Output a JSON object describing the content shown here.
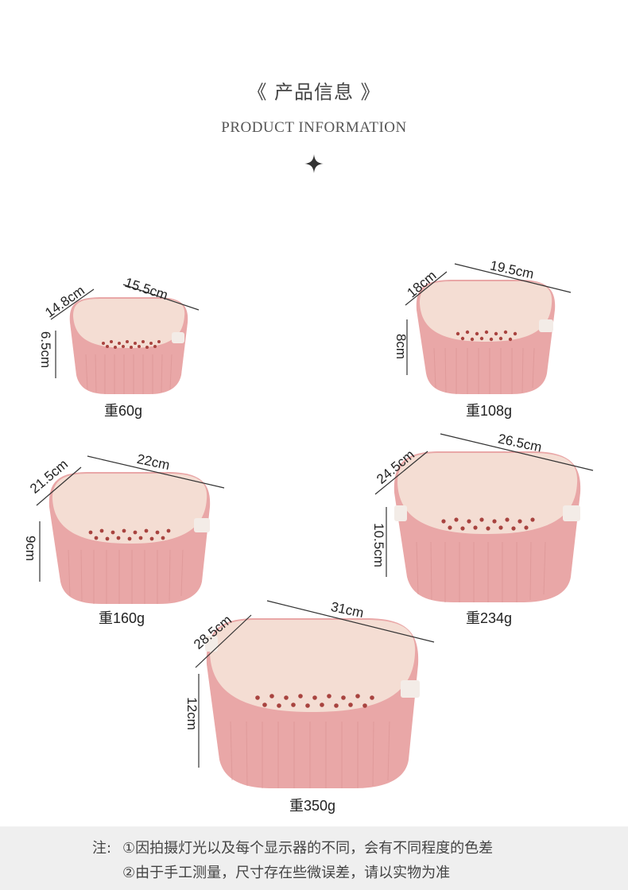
{
  "header": {
    "title_cn": "《 产品信息 》",
    "title_en": "PRODUCT INFORMATION",
    "divider_icon": "four-point-star-icon"
  },
  "products": [
    {
      "depth": "14.8cm",
      "length": "15.5cm",
      "height": "6.5cm",
      "weight": "重60g"
    },
    {
      "depth": "18cm",
      "length": "19.5cm",
      "height": "8cm",
      "weight": "重108g"
    },
    {
      "depth": "21.5cm",
      "length": "22cm",
      "height": "9cm",
      "weight": "重160g"
    },
    {
      "depth": "24.5cm",
      "length": "26.5cm",
      "height": "10.5cm",
      "weight": "重234g"
    },
    {
      "depth": "28.5cm",
      "length": "31cm",
      "height": "12cm",
      "weight": "重350g"
    }
  ],
  "colors": {
    "basket_pink": "#e9a7a7",
    "basket_inner": "#f4ddd3",
    "drain_dots": "#a8433f",
    "note_background": "#efefef"
  },
  "notes": {
    "prefix": "注:",
    "line1": "①因拍摄灯光以及每个显示器的不同，会有不同程度的色差",
    "line2": "②由于手工测量，尺寸存在些微误差，请以实物为准"
  }
}
